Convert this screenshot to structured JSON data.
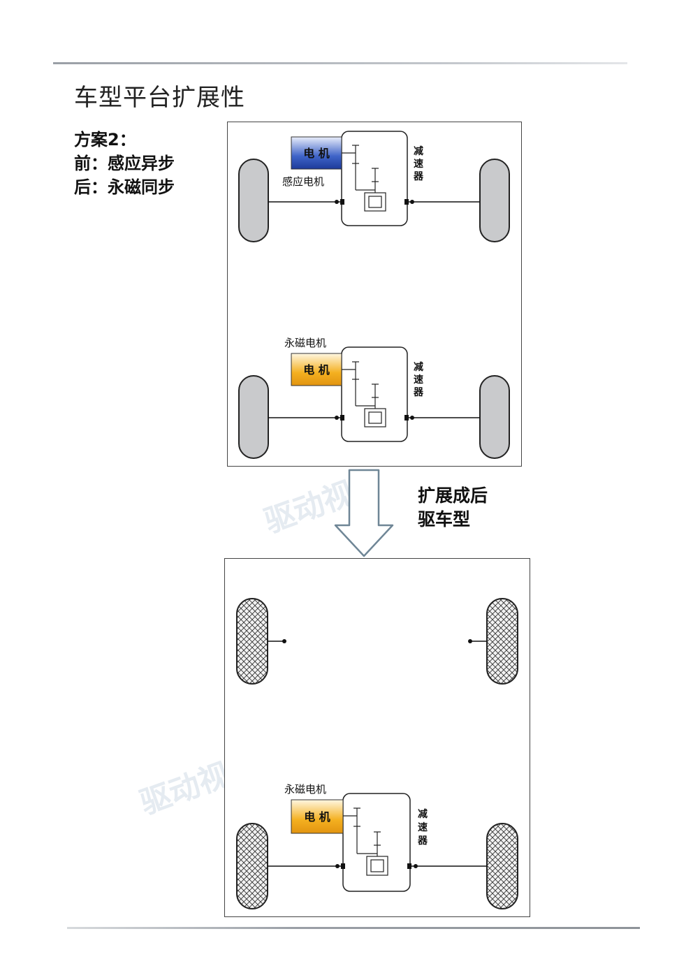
{
  "title": "车型平台扩展性",
  "scheme": {
    "line1": "方案2：",
    "line2": "前：感应异步",
    "line3": "后：永磁同步"
  },
  "top_diagram": {
    "front": {
      "motor_label": "电 机",
      "motor_type_label": "感应电机",
      "reducer_chars": [
        "减",
        "速",
        "器"
      ],
      "motor_color": "#3f64c8"
    },
    "rear": {
      "motor_label": "电 机",
      "motor_type_label": "永磁电机",
      "reducer_chars": [
        "减",
        "速",
        "器"
      ],
      "motor_color": "#f4b020"
    }
  },
  "expand_label": {
    "line1": "扩展成后",
    "line2": "驱车型"
  },
  "bottom_diagram": {
    "rear": {
      "motor_label": "电 机",
      "motor_type_label": "永磁电机",
      "reducer_chars": [
        "减",
        "速",
        "器"
      ],
      "motor_color": "#f4b020"
    }
  },
  "watermark": {
    "mark1": "驱动视",
    "mark2": "驱动视"
  },
  "colors": {
    "wheel_fill": "#c9cacc",
    "outline": "#222222",
    "arrow": "#6f8696",
    "rule": "#9a9fa6"
  }
}
